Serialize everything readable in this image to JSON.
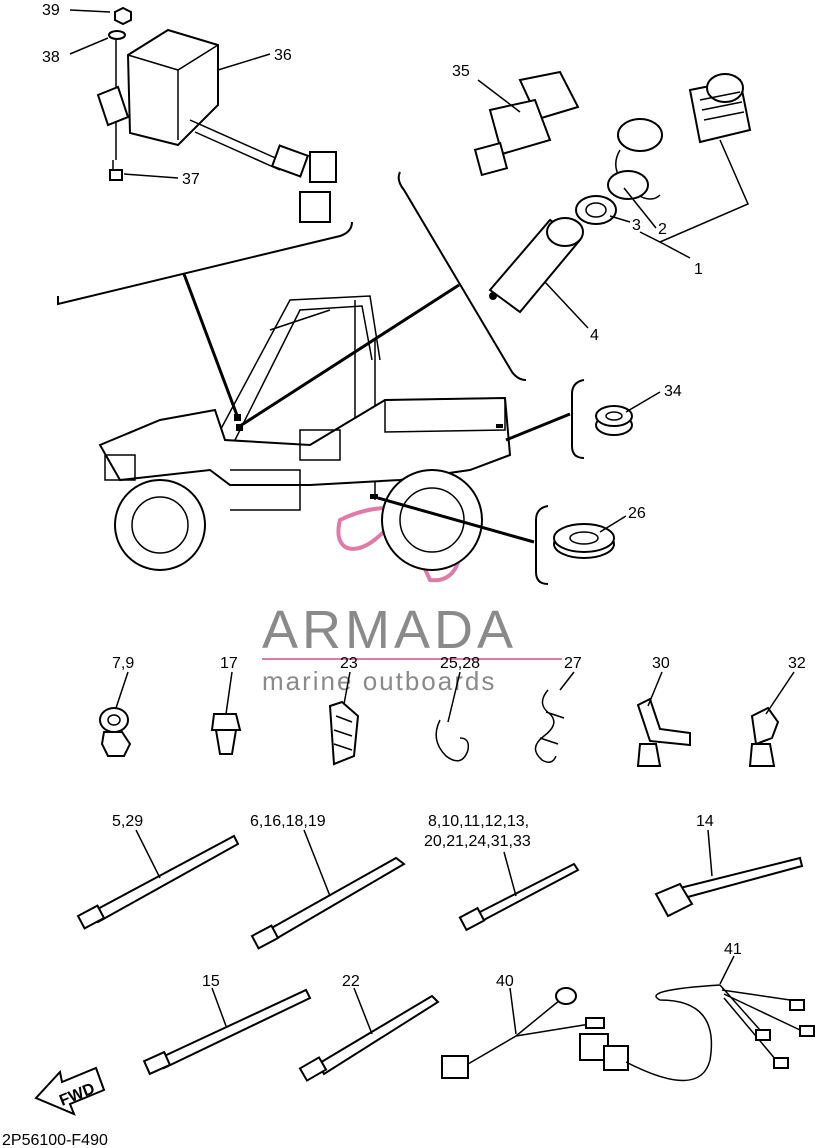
{
  "diagram": {
    "code": "2P56100-F490",
    "fwd_label": "FWD",
    "watermark": {
      "brand": "ARMADA",
      "tagline": "marine outboards",
      "accent_color": "#e07aa8",
      "text_color": "#8a8a8a"
    },
    "callouts": {
      "p39": "39",
      "p38": "38",
      "p36": "36",
      "p37": "37",
      "p35": "35",
      "p2": "2",
      "p3": "3",
      "p1": "1",
      "p4": "4",
      "p34": "34",
      "p26": "26",
      "p7_9": "7,9",
      "p17": "17",
      "p23": "23",
      "p25_28": "25,28",
      "p27": "27",
      "p30": "30",
      "p32": "32",
      "p5_29": "5,29",
      "p6_16_18_19": "6,16,18,19",
      "p8_line1": "8,10,11,12,13,",
      "p8_line2": "20,21,24,31,33",
      "p14": "14",
      "p15": "15",
      "p22": "22",
      "p40": "40",
      "p41": "41"
    }
  }
}
